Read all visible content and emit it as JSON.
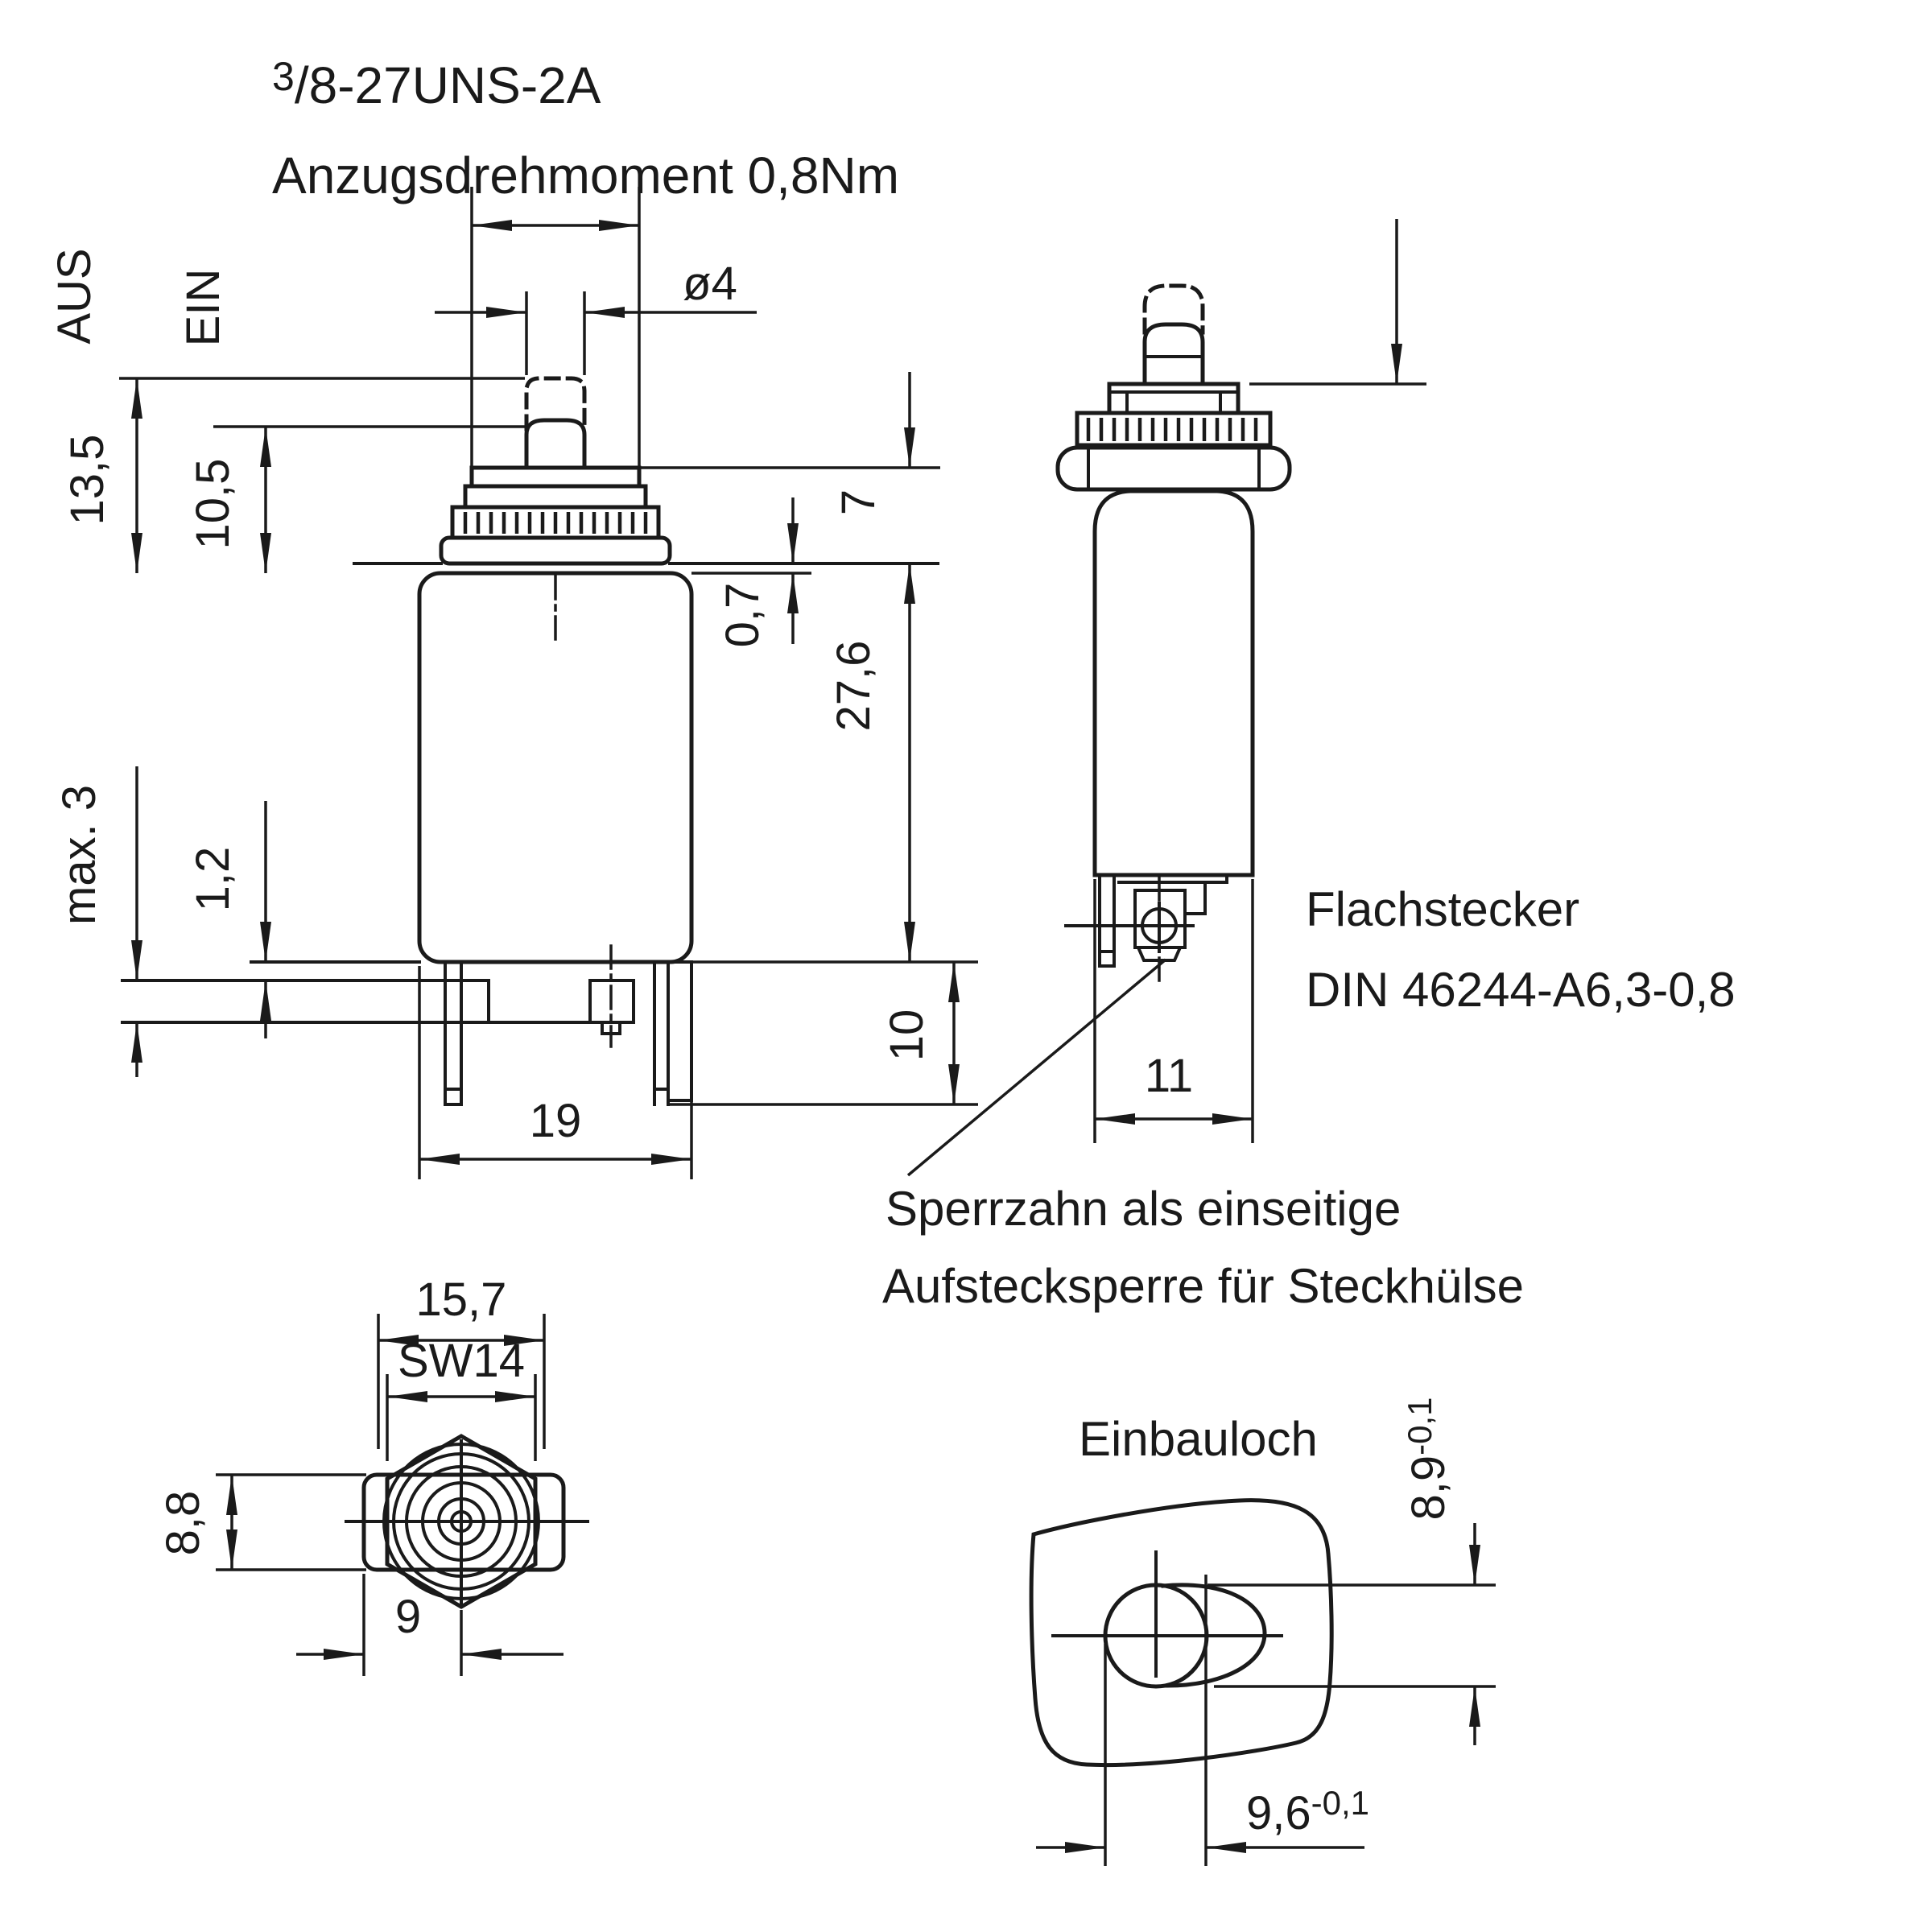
{
  "title": {
    "sup": "3",
    "line1_rest": "/8-27UNS-2A",
    "line2": "Anzugsdrehmoment 0,8Nm"
  },
  "front_view": {
    "label_aus": "AUS",
    "label_ein": "EIN",
    "dim_13_5": "13,5",
    "dim_10_5": "10,5",
    "dim_d4": "ø4",
    "dim_7": "7",
    "dim_0_7": "0,7",
    "dim_27_6": "27,6",
    "dim_max3": "max. 3",
    "dim_1_2": "1,2",
    "dim_19": "19",
    "dim_10": "10"
  },
  "side_view": {
    "dim_11": "11",
    "note_connector_line1": "Flachstecker",
    "note_connector_line2": "DIN 46244-A6,3-0,8",
    "note_tooth_line1": "Sperrzahn als einseitige",
    "note_tooth_line2": "Aufstecksperre für Steckhülse"
  },
  "bottom_view": {
    "dim_15_7": "15,7",
    "dim_sw14": "SW14",
    "dim_8_8": "8,8",
    "dim_9": "9"
  },
  "hole_view": {
    "label": "Einbauloch",
    "dim_8_9": "8,9",
    "dim_9_6": "9,6",
    "tolerance": "-0,1"
  },
  "colors": {
    "line": "#1a1a1a",
    "background": "#ffffff"
  }
}
